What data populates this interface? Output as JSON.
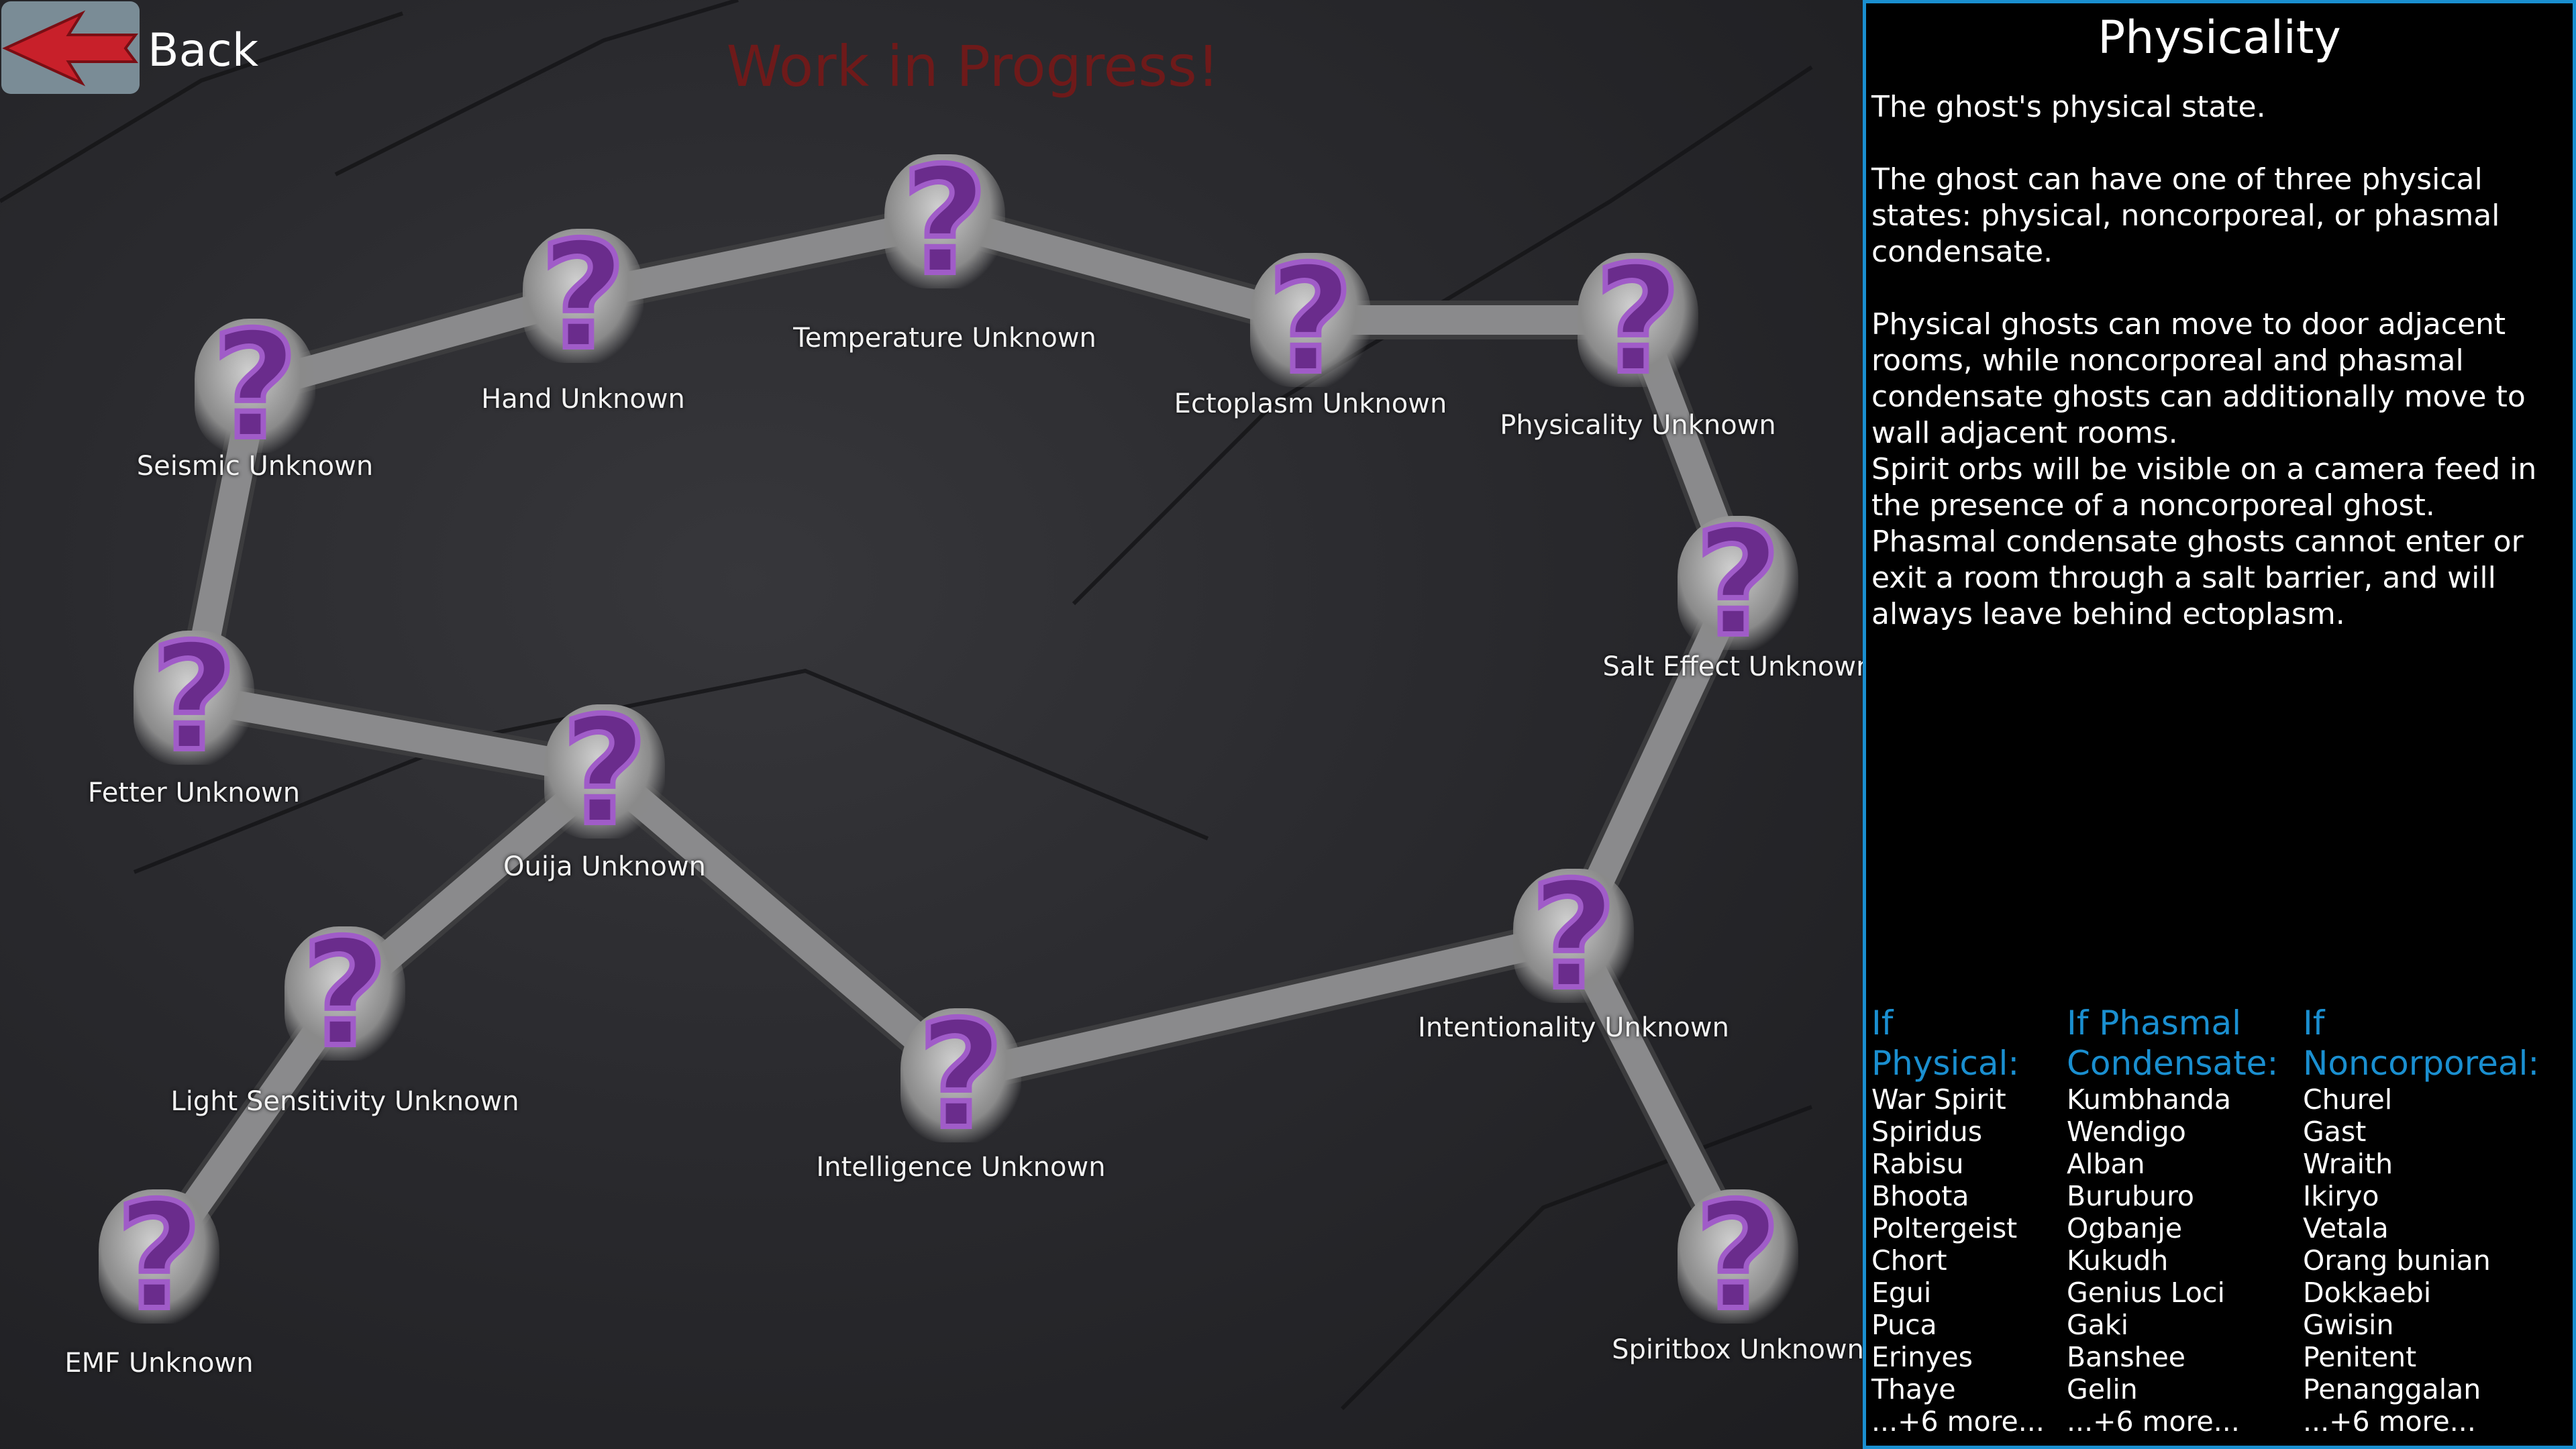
{
  "header": {
    "back_label": "Back",
    "banner": "Work in Progress!"
  },
  "colors": {
    "accent": "#1a8fd0",
    "banner": "#6e1a1a",
    "question": "#6a2c8c"
  },
  "nodes": [
    {
      "id": "seismic",
      "label": "Seismic Unknown"
    },
    {
      "id": "hand",
      "label": "Hand Unknown"
    },
    {
      "id": "temperature",
      "label": "Temperature Unknown"
    },
    {
      "id": "ectoplasm",
      "label": "Ectoplasm Unknown"
    },
    {
      "id": "physicality",
      "label": "Physicality Unknown"
    },
    {
      "id": "salt-effect",
      "label": "Salt Effect Unknown"
    },
    {
      "id": "fetter",
      "label": "Fetter Unknown"
    },
    {
      "id": "ouija",
      "label": "Ouija Unknown"
    },
    {
      "id": "light-sensitivity",
      "label": "Light Sensitivity Unknown"
    },
    {
      "id": "intelligence",
      "label": "Intelligence Unknown"
    },
    {
      "id": "intentionality",
      "label": "Intentionality Unknown"
    },
    {
      "id": "emf",
      "label": "EMF Unknown"
    },
    {
      "id": "spiritbox",
      "label": "Spiritbox Unknown"
    }
  ],
  "edges": [
    [
      0,
      1
    ],
    [
      1,
      2
    ],
    [
      2,
      3
    ],
    [
      3,
      4
    ],
    [
      4,
      5
    ],
    [
      5,
      10
    ],
    [
      10,
      9
    ],
    [
      10,
      12
    ],
    [
      9,
      7
    ],
    [
      7,
      6
    ],
    [
      6,
      0
    ],
    [
      7,
      8
    ],
    [
      8,
      11
    ]
  ],
  "panel": {
    "title": "Physicality",
    "body": "The ghost's physical state.\n\nThe ghost can have one of three physical states: physical, noncorporeal, or phasmal condensate.\n\nPhysical ghosts can move to door adjacent rooms, while noncorporeal and phasmal condensate ghosts can additionally move to wall adjacent rooms.\nSpirit orbs will be visible on a camera feed in the presence of a noncorporeal ghost.\nPhasmal condensate ghosts cannot enter or exit a room through a salt barrier, and will always leave behind ectoplasm.",
    "columns": [
      {
        "header": "If\nPhysical:",
        "items": [
          "War Spirit",
          "Spiridus",
          "Rabisu",
          "Bhoota",
          "Poltergeist",
          "Chort",
          "Egui",
          "Puca",
          "Erinyes",
          "Thaye",
          "...+6 more..."
        ]
      },
      {
        "header": "If Phasmal\nCondensate:",
        "items": [
          "Kumbhanda",
          "Wendigo",
          "Alban",
          "Buruburo",
          "Ogbanje",
          "Kukudh",
          "Genius Loci",
          "Gaki",
          "Banshee",
          "Gelin",
          "...+6 more..."
        ]
      },
      {
        "header": "If\nNoncorporeal:",
        "items": [
          "Churel",
          "Gast",
          "Wraith",
          "Ikiryo",
          "Vetala",
          "Orang bunian",
          "Dokkaebi",
          "Gwisin",
          "Penitent",
          "Penanggalan",
          "...+6 more..."
        ]
      }
    ]
  }
}
